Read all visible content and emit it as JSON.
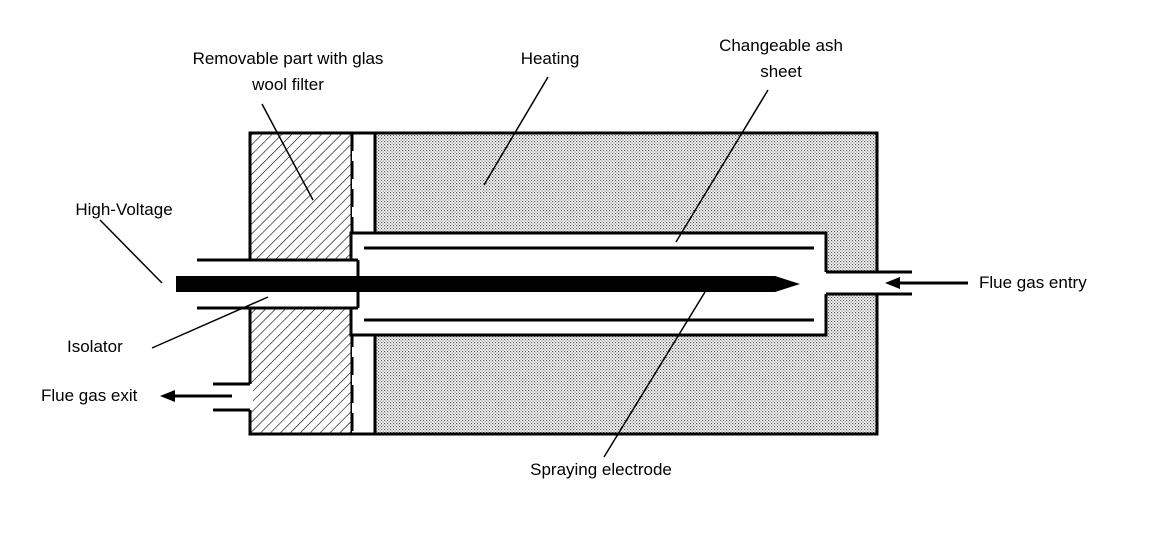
{
  "labels": {
    "removable_line1": "Removable part with glas",
    "removable_line2": "wool filter",
    "heating": "Heating",
    "ash_line1": "Changeable ash",
    "ash_line2": "sheet",
    "high_voltage": "High-Voltage",
    "flue_gas_entry": "Flue gas entry",
    "isolator": "Isolator",
    "flue_gas_exit": "Flue gas exit",
    "spraying_electrode": "Spraying electrode"
  }
}
